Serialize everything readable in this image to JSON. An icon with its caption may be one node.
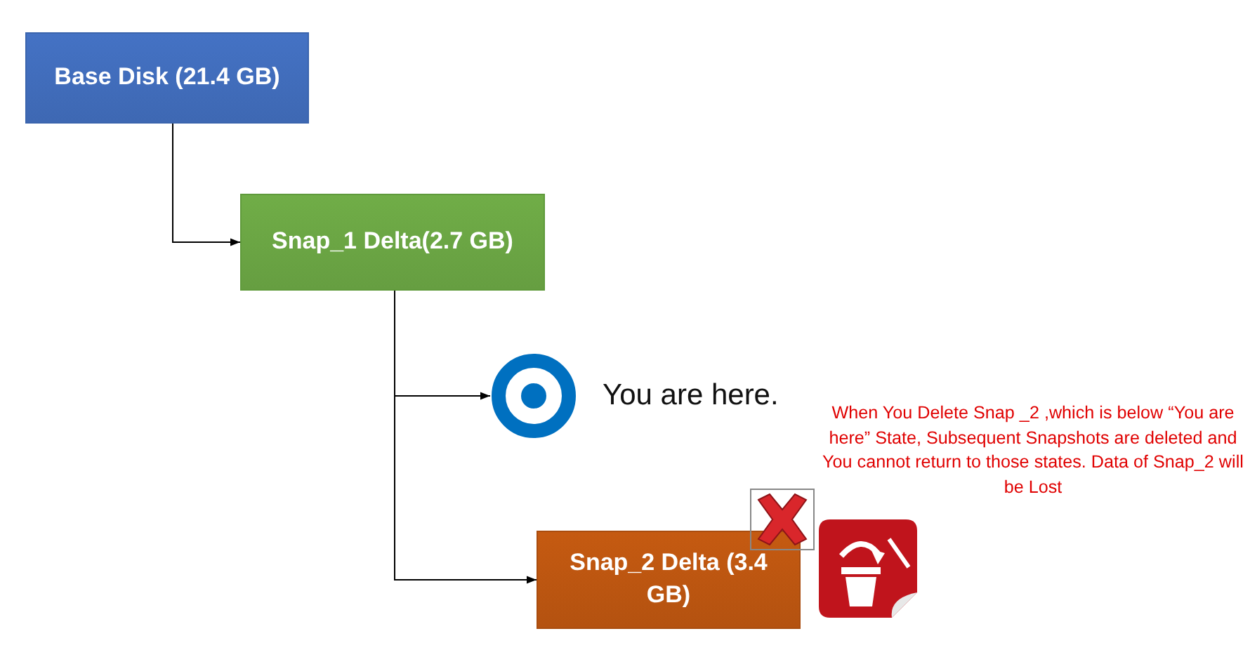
{
  "diagram": {
    "nodes": [
      {
        "text": [
          "Base Disk (21.4 GB)"
        ]
      },
      {
        "text": [
          "Snap_1 Delta(2.7 GB)"
        ]
      },
      {
        "text": [
          "You are here."
        ]
      },
      {
        "text": [
          "Snap_2 Delta (3.4 GB)"
        ]
      }
    ],
    "edges": [
      {
        "from": 0,
        "to": 1,
        "arrow": "to"
      },
      {
        "from": 1,
        "to": 2,
        "arrow": "to"
      },
      {
        "from": 1,
        "to": 3,
        "arrow": "to"
      }
    ],
    "labels": [
      "When You Delete Snap _2 ,which is below “You are here” State, Subsequent Snapshots are deleted and You cannot return to those states. Data of Snap_2 will be Lost"
    ]
  }
}
